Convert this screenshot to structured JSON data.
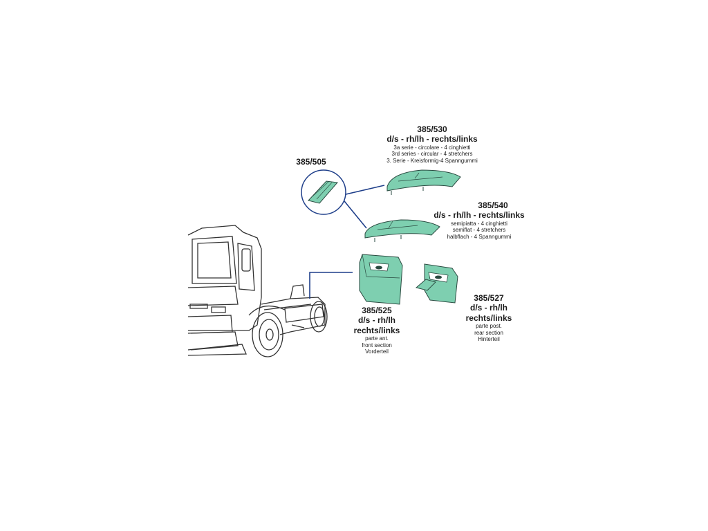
{
  "parts": {
    "p530": {
      "code": "385/530",
      "side": "d/s - rh/lh - rechts/links",
      "notes": [
        "3a serie - circolare - 4 cinghietti",
        "3rd series - circular - 4 stretchers",
        "3. Serie - Kreisformig-4 Spanngummi"
      ]
    },
    "p505": {
      "code": "385/505"
    },
    "p540": {
      "code": "385/540",
      "side": "d/s - rh/lh - rechts/links",
      "notes": [
        "semipiatta - 4 cinghietti",
        "semiflat - 4 stretchers",
        "halbflach - 4 Spanngummi"
      ]
    },
    "p525": {
      "code": "385/525",
      "side1": "d/s - rh/lh",
      "side2": "rechts/links",
      "notes": [
        "parte ant.",
        "front section",
        "Vorderteil"
      ]
    },
    "p527": {
      "code": "385/527",
      "side1": "d/s - rh/lh",
      "side2": "rechts/links",
      "notes": [
        "parte post.",
        "rear section",
        "Hinterteil"
      ]
    }
  },
  "colors": {
    "part_fill": "#7ecfb0",
    "part_stroke": "#2a4a40",
    "leader": "#1f3f8a",
    "truck_line": "#333333"
  }
}
